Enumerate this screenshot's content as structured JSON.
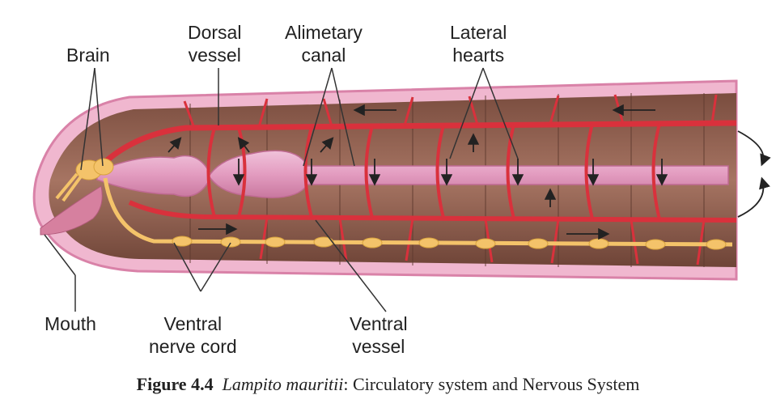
{
  "labels": {
    "brain": "Brain",
    "dorsal_vessel_1": "Dorsal",
    "dorsal_vessel_2": "vessel",
    "alimentary_1": "Alimetary",
    "alimentary_2": "canal",
    "lateral_1": "Lateral",
    "lateral_2": "hearts",
    "mouth": "Mouth",
    "nerve_1": "Ventral",
    "nerve_2": "nerve cord",
    "ventral_1": "Ventral",
    "ventral_2": "vessel"
  },
  "caption": {
    "number": "Figure 4.4",
    "species": "Lampito mauritii",
    "rest": ": Circulatory system and Nervous System"
  },
  "colors": {
    "skin_outer": "#e9a3c0",
    "skin_inner": "#8a5a4a",
    "vessel": "#d9313c",
    "gut": "#e7a9c8",
    "nerve": "#f4c36a",
    "leader": "#333333"
  }
}
